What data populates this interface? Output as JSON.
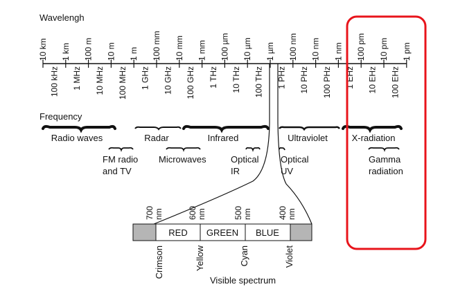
{
  "wavelength_label": "Wavelengh",
  "frequency_label": "Frequency",
  "wavelength_ticks": [
    "10 km",
    "1 km",
    "100 m",
    "10 m",
    "1 m",
    "100 mm",
    "10 mm",
    "1 mm",
    "100 µm",
    "10 µm",
    "1 µm",
    "100 nm",
    "10 nm",
    "1 nm",
    "100 pm",
    "10 pm",
    "1 pm"
  ],
  "frequency_ticks": [
    "100 kHz",
    "1 MHz",
    "10 MHz",
    "100 MHz",
    "1 GHz",
    "10 GHz",
    "100 GHz",
    "1 THz",
    "10 THz",
    "100 THz",
    "1 PHz",
    "10 PHz",
    "100 PHz",
    "1 EHz",
    "10 EHz",
    "100 EHz"
  ],
  "bands_top": [
    "Radio waves",
    "Radar",
    "Infrared",
    "Ultraviolet",
    "X-radiation"
  ],
  "bands_sub": {
    "fm_line1": "FM radio",
    "fm_line2": "and TV",
    "microwaves": "Microwaves",
    "optical_ir_line1": "Optical",
    "optical_ir_line2": "IR",
    "optical_uv_line1": "Optical",
    "optical_uv_line2": "UV",
    "gamma_line1": "Gamma",
    "gamma_line2": "radiation"
  },
  "visible": {
    "wavelengths": [
      "700",
      "600",
      "500",
      "400"
    ],
    "unit": "nm",
    "colors": [
      "RED",
      "GREEN",
      "BLUE"
    ],
    "hues": [
      "Crimson",
      "Yellow",
      "Cyan",
      "Violet"
    ],
    "caption": "Visible spectrum"
  },
  "highlight_color": "#e8141b"
}
